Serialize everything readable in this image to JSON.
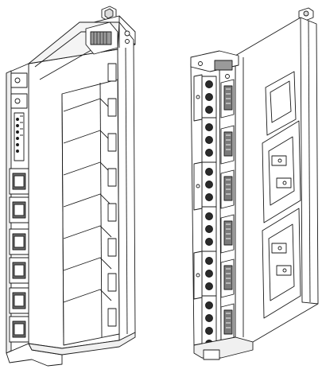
{
  "figure": {
    "views": [
      {
        "id": "front-left",
        "description_text": ""
      },
      {
        "id": "rear-right",
        "description_text": ""
      }
    ],
    "left_module": {
      "connector_slots": 6,
      "label_text": ""
    },
    "right_module": {
      "connector_groups": 6
    },
    "colors": {
      "line": "#1a1a1a",
      "fill": "#ffffff",
      "shade": "#8a8a8a",
      "dark": "#2a2a2a"
    }
  }
}
